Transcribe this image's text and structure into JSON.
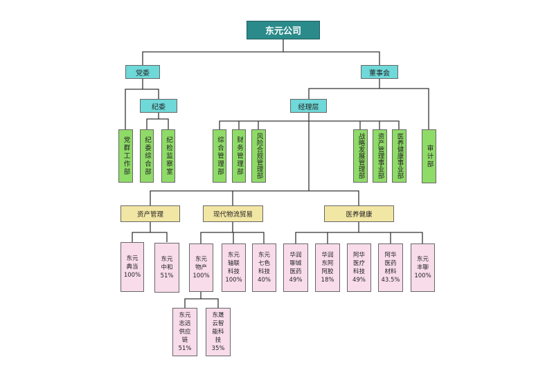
{
  "root": "东元公司",
  "level1": {
    "party": "党委",
    "board": "董事会"
  },
  "level2": {
    "discipline": "纪委",
    "management": "经理层"
  },
  "departments": {
    "party_work": "党群工作部",
    "discipline_general": "纪委综合部",
    "discipline_inspection": "纪检监察室",
    "general_management": "综合管理部",
    "finance": "财务管理部",
    "risk_compliance": "风险合规管理部",
    "strategy": "战略发展管理部",
    "asset_business": "资产管理事业部",
    "health_business": "医养健康事业部",
    "audit": "审计部"
  },
  "segments": {
    "asset": "资产管理",
    "logistics": "现代物流贸易",
    "health": "医养健康"
  },
  "companies": {
    "diandang": "东元\n典当\n100%",
    "zhonghe": "东元\n中和\n51%",
    "wuchan": "东元\n物产\n100%",
    "zhoulian": "东元\n轴联\n科技\n100%",
    "qise": "东元\n七色\n科技\n40%",
    "huarun_lc": "华润\n聊城\n医药\n49%",
    "huarun_de": "华润\n东阿\n阿胶\n18%",
    "ahua_yl": "阿华\n医疗\n科技\n49%",
    "ahua_cl": "阿华\n医药\n材料\n43.5%",
    "fengliao": "东元\n丰聊\n100%",
    "zhiyuan": "东元\n志远\n供应\n链\n51%",
    "dongsheng": "东晟\n云智\n能科\n技\n35%"
  },
  "colors": {
    "root": "#2b8a8a",
    "level": "#6fd8d8",
    "department": "#8fdb68",
    "segment": "#f2e6a4",
    "company": "#f8dcea"
  }
}
